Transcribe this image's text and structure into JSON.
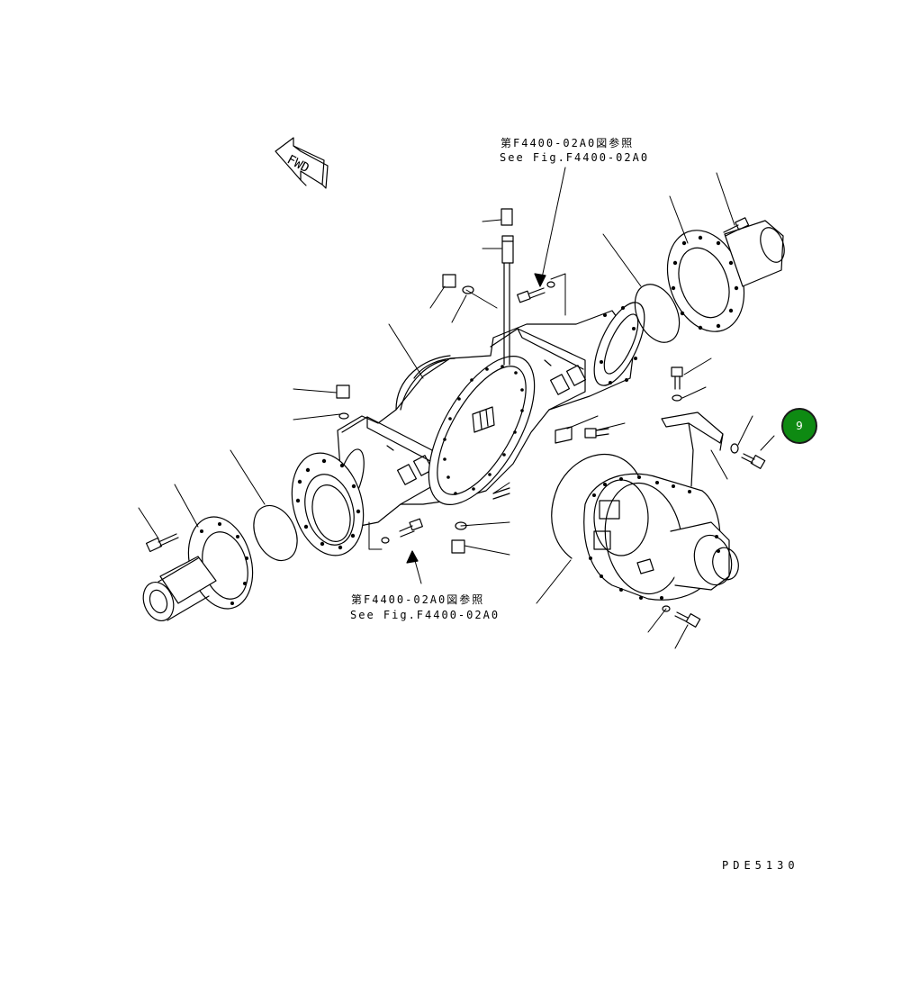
{
  "refs": {
    "top_jp": "第F4400-02A0図参照",
    "top_en": "See Fig.F4400-02A0",
    "bottom_jp": "第F4400-02A0図参照",
    "bottom_en": "See Fig.F4400-02A0"
  },
  "fwd_label": "FWD",
  "callout": {
    "number": "9",
    "color": "#0e8a12"
  },
  "drawing_code": "PDE5130"
}
